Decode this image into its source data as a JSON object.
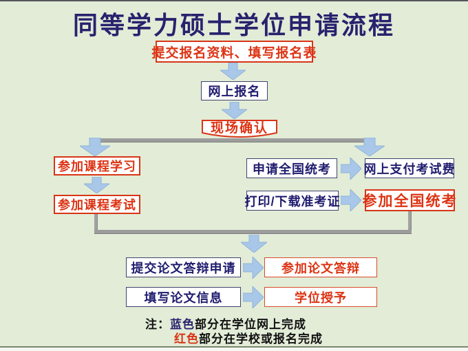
{
  "colors": {
    "background": "#e2ecd7",
    "title_navy": "#28226e",
    "box_navy_text": "#201c6e",
    "red": "#dc3414",
    "arrow_blue": "#a9c7e8",
    "connector_gray": "#9c9c9c",
    "box_background": "#ffffff"
  },
  "title": "同等学力硕士学位申请流程",
  "flow": {
    "submit_materials": "提交报名资料、填写报名表",
    "online_registration": "网上报名",
    "onsite_confirmation": "现场确认",
    "course_study": "参加课程学习",
    "course_exam": "参加课程考试",
    "apply_national_exam": "申请全国统考",
    "pay_exam_fee": "网上支付考试费",
    "print_admission_ticket": "打印/下载准考证",
    "take_national_exam": "参加全国统考",
    "submit_defense_application": "提交论文答辩申请",
    "attend_thesis_defense": "参加论文答辩",
    "fill_thesis_info": "填写论文信息",
    "degree_conferral": "学位授予"
  },
  "note": {
    "prefix": "注：",
    "blue_label": "蓝色",
    "line1_rest": "部分在学位网上完成",
    "red_label": "红色",
    "line2_rest": "部分在学校或报名完成"
  }
}
